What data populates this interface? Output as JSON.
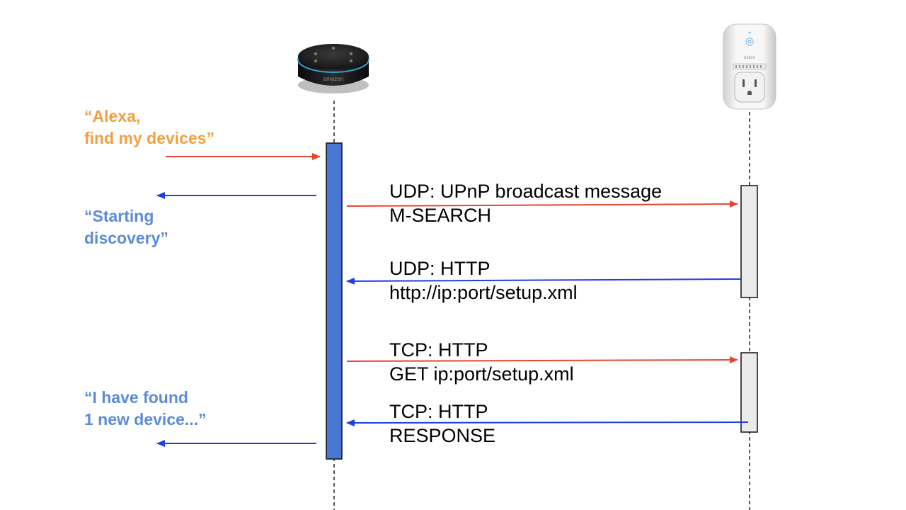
{
  "actors": {
    "echo": {
      "icon": "echo-dot-device",
      "brand": "amazon"
    },
    "plug": {
      "icon": "smart-plug-device",
      "brand": "belkin"
    }
  },
  "user_speech": {
    "find_devices": [
      "“Alexa,",
      "find my devices”"
    ],
    "starting_discovery": [
      "“Starting",
      "discovery”"
    ],
    "found_device": [
      "“I have found",
      "1 new device...”"
    ]
  },
  "messages": [
    {
      "line1": "UDP: UPnP broadcast message",
      "line2": "M-SEARCH"
    },
    {
      "line1": "UDP: HTTP",
      "line2": "http://ip:port/setup.xml"
    },
    {
      "line1": "TCP: HTTP",
      "line2": "GET ip:port/setup.xml"
    },
    {
      "line1": "TCP: HTTP",
      "line2": "RESPONSE"
    }
  ],
  "colors": {
    "user_speech_orange": "#f0a040",
    "reply_speech_blue": "#5b8bd9",
    "request_arrow_red": "#e8442f",
    "response_arrow_blue": "#1f3fe0",
    "echo_activation_bar": "#4a76d4",
    "plug_activation_bar": "#ebebeb"
  }
}
